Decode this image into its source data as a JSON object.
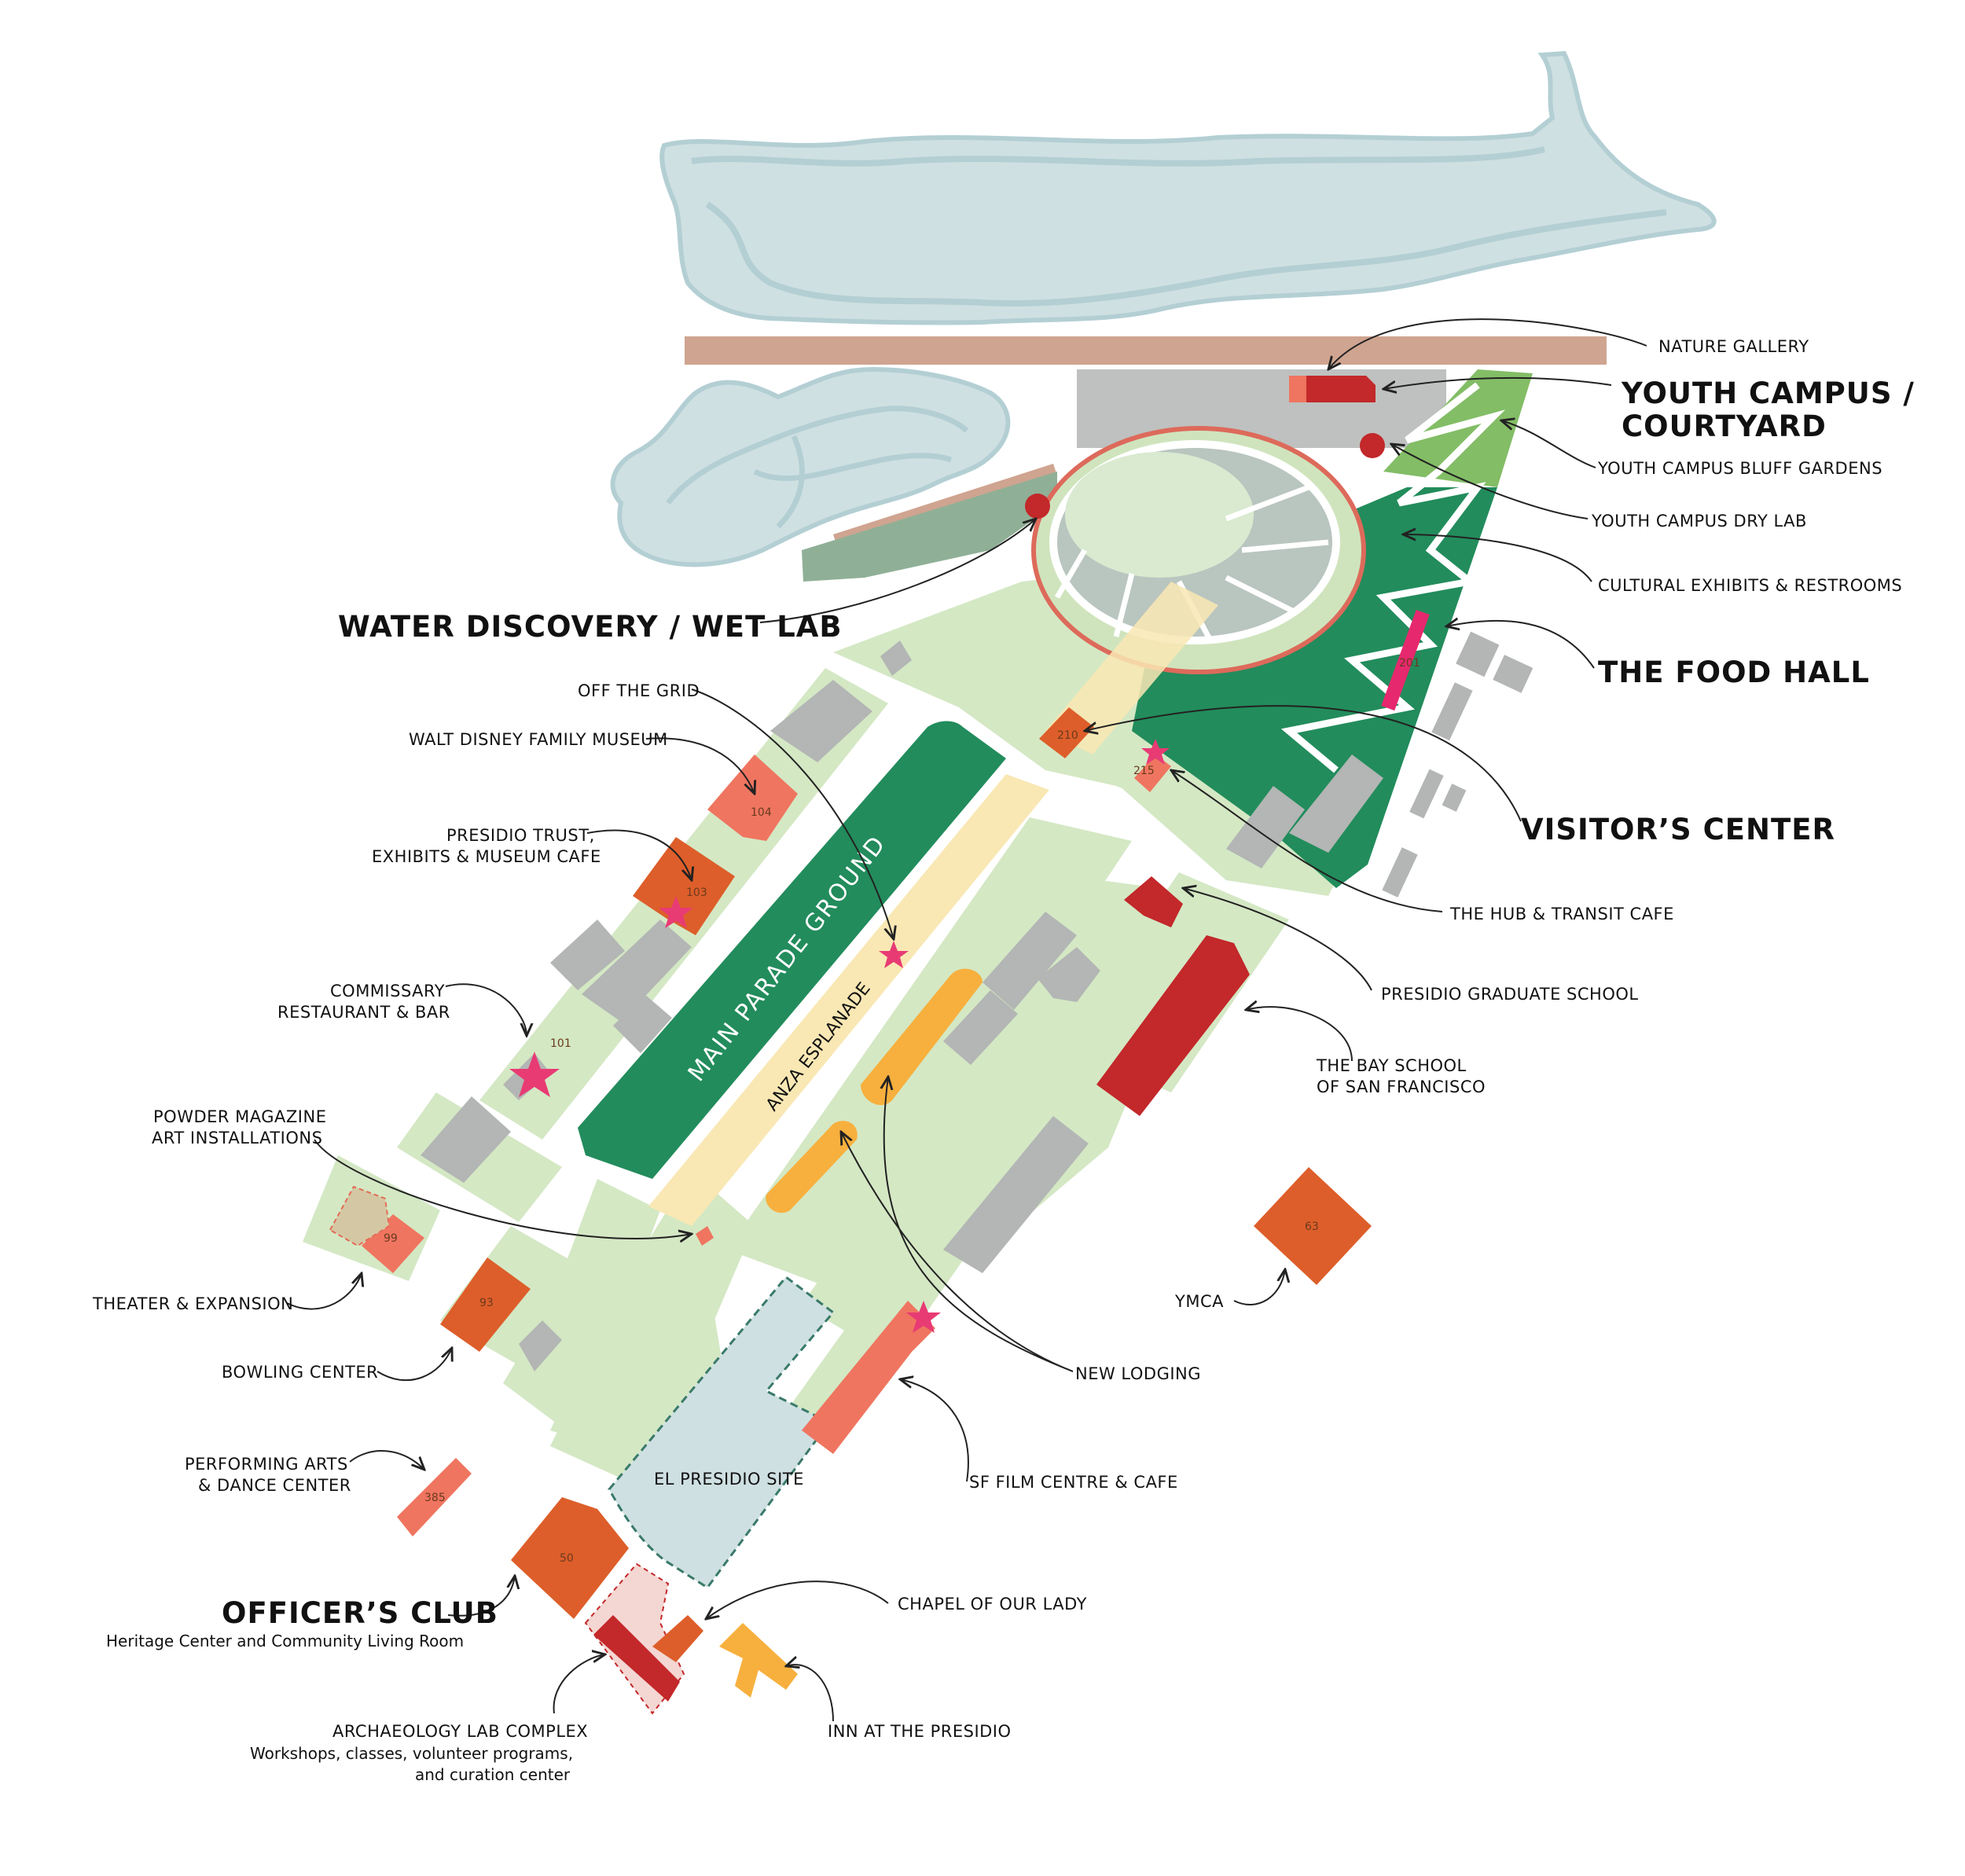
{
  "colors": {
    "water": "#cfe0e2",
    "water_edge": "#b3cfd4",
    "park": "#d4e8c4",
    "parade_ground": "#228c5c",
    "esplanade": "#f9e8b4",
    "building_grey": "#b3b6b4",
    "building_orange": "#dd5e2a",
    "building_salmon": "#ef7560",
    "building_red": "#c3282a",
    "building_yellow": "#f7b03e",
    "food_hall": "#e6286e",
    "road": "#cfa490",
    "star": "#e83b74",
    "courtyard": "#b9c5bf"
  },
  "map_labels": {
    "main_parade_ground": "MAIN PARADE GROUND",
    "anza_esplanade": "ANZA ESPLANADE",
    "el_presidio_site": "EL PRESIDIO SITE"
  },
  "building_numbers": {
    "b210": "210",
    "b215": "215",
    "b201": "201",
    "b104": "104",
    "b103": "103",
    "b101": "101",
    "b99": "99",
    "b93": "93",
    "b385": "385",
    "b50": "50",
    "b63": "63"
  },
  "callouts": {
    "nature_gallery": "NATURE GALLERY",
    "youth_campus_l1": "YOUTH CAMPUS /",
    "youth_campus_l2": "COURTYARD",
    "bluff_gardens": "YOUTH CAMPUS BLUFF GARDENS",
    "dry_lab": "YOUTH CAMPUS DRY LAB",
    "cultural_exhibits": "CULTURAL EXHIBITS & RESTROOMS",
    "water_discovery": "WATER DISCOVERY / WET LAB",
    "food_hall": "THE FOOD HALL",
    "off_the_grid": "OFF THE GRID",
    "walt_disney": "WALT DISNEY FAMILY MUSEUM",
    "presidio_trust_l1": "PRESIDIO TRUST,",
    "presidio_trust_l2": "EXHIBITS & MUSEUM CAFE",
    "visitors_center": "VISITOR’S CENTER",
    "hub_transit": "THE HUB & TRANSIT CAFE",
    "graduate_school": "PRESIDIO GRADUATE SCHOOL",
    "commissary_l1": "COMMISSARY",
    "commissary_l2": "RESTAURANT & BAR",
    "bay_school_l1": "THE BAY SCHOOL",
    "bay_school_l2": "OF SAN FRANCISCO",
    "powder_l1": "POWDER MAGAZINE",
    "powder_l2": "ART INSTALLATIONS",
    "theater": "THEATER & EXPANSION",
    "ymca": "YMCA",
    "bowling": "BOWLING CENTER",
    "new_lodging": "NEW LODGING",
    "performing_l1": "PERFORMING ARTS",
    "performing_l2": "& DANCE CENTER",
    "film_centre": "SF FILM CENTRE & CAFE",
    "officers_club": "OFFICER’S CLUB",
    "officers_club_sub": "Heritage Center and Community Living Room",
    "chapel": "CHAPEL OF OUR LADY",
    "archaeology_l1": "ARCHAEOLOGY LAB COMPLEX",
    "archaeology_l2": "Workshops, classes, volunteer programs,",
    "archaeology_l3": "and curation center",
    "inn": "INN AT THE PRESIDIO"
  }
}
